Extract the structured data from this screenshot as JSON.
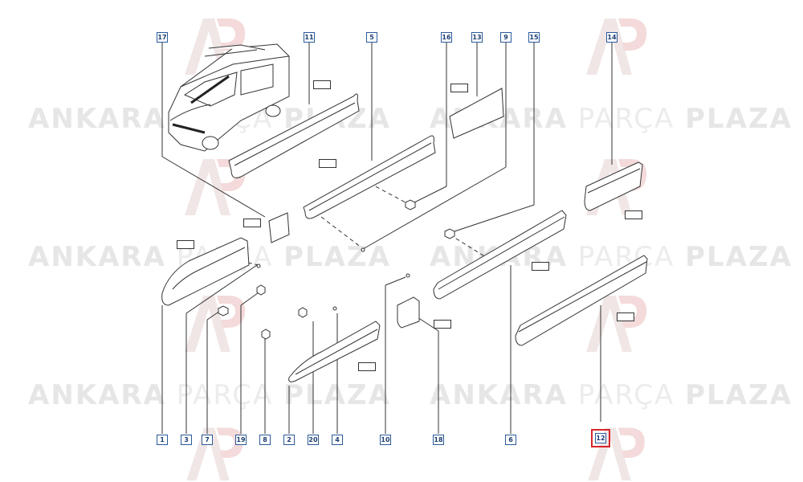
{
  "watermark": {
    "brand_bold": "ANKARA",
    "brand_light": "PARÇA",
    "brand_bold2": "PLAZA",
    "logo_icon": "ap-logo-icon",
    "color": "#e6e6e6"
  },
  "callouts": [
    "17",
    "11",
    "5",
    "16",
    "13",
    "9",
    "15",
    "14",
    "1",
    "3",
    "7",
    "19",
    "8",
    "2",
    "20",
    "4",
    "10",
    "18",
    "6",
    "12"
  ],
  "highlight": {
    "label": "12",
    "color": "#d6262b"
  },
  "accent_color": "#2a5b9c"
}
